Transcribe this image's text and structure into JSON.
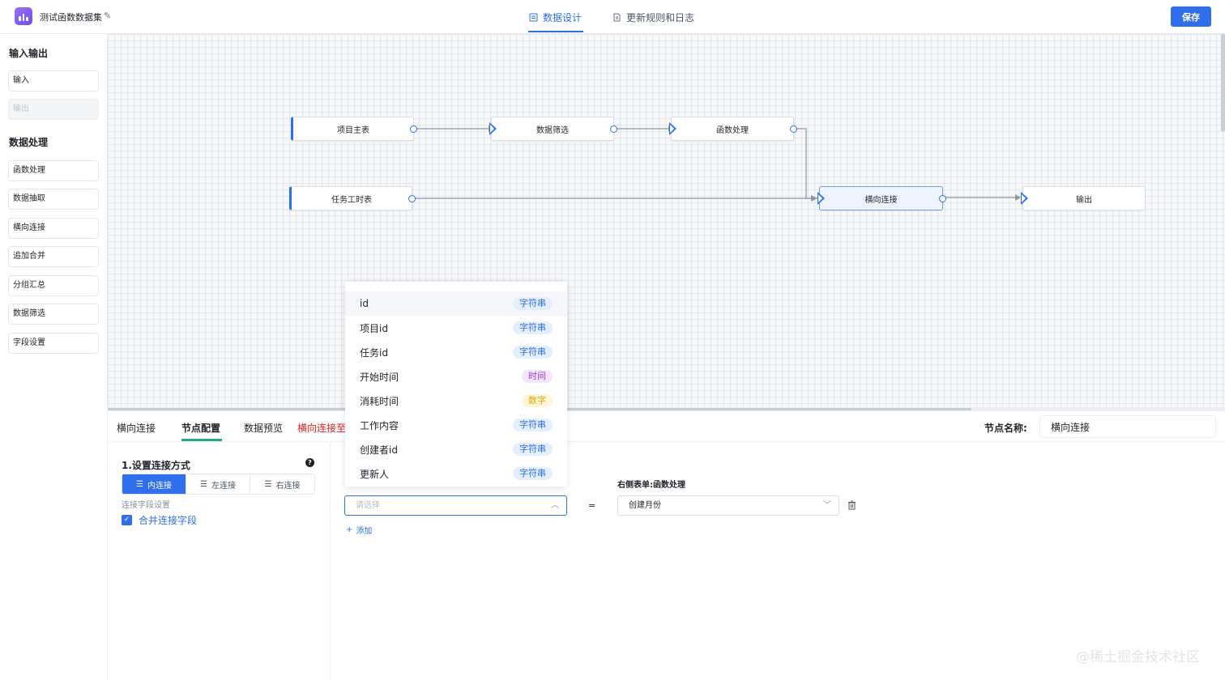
{
  "header": {
    "app_title": "测试函数数据集",
    "tabs": [
      {
        "label": "数据设计",
        "active": true
      },
      {
        "label": "更新规则和日志",
        "active": false
      }
    ],
    "save_label": "保存"
  },
  "sidebar": {
    "groups": [
      {
        "title": "输入输出",
        "items": [
          {
            "label": "输入",
            "disabled": false
          },
          {
            "label": "输出",
            "disabled": true
          }
        ]
      },
      {
        "title": "数据处理",
        "items": [
          {
            "label": "函数处理"
          },
          {
            "label": "数据抽取"
          },
          {
            "label": "横向连接"
          },
          {
            "label": "追加合并"
          },
          {
            "label": "分组汇总"
          },
          {
            "label": "数据筛选"
          },
          {
            "label": "字段设置"
          }
        ]
      }
    ]
  },
  "canvas": {
    "nodes": [
      {
        "label": "项目主表"
      },
      {
        "label": "数据筛选"
      },
      {
        "label": "函数处理"
      },
      {
        "label": "任务工时表"
      },
      {
        "label": "横向连接"
      },
      {
        "label": "输出"
      }
    ]
  },
  "bottom": {
    "tabs": [
      {
        "label": "横向连接"
      },
      {
        "label": "节点配置"
      },
      {
        "label": "数据预览"
      },
      {
        "label": "横向连接至"
      }
    ],
    "node_name_label": "节点名称:",
    "node_name_value": "横向连接",
    "config": {
      "title": "1.设置连接方式",
      "join_types": [
        "内连接",
        "左连接",
        "右连接"
      ],
      "active_join": "内连接",
      "field_settings_label": "连接字段设置",
      "merge_checkbox_label": "合并连接字段",
      "merge_checked": true
    },
    "right_form_label": "右侧表单:函数处理",
    "left_select_placeholder": "请选择",
    "equals": "=",
    "right_select_value": "创建月份",
    "add_label": "添加"
  },
  "dropdown": {
    "options": [
      {
        "name": "id",
        "type": "字符串",
        "kind": "str"
      },
      {
        "name": "项目id",
        "type": "字符串",
        "kind": "str"
      },
      {
        "name": "任务id",
        "type": "字符串",
        "kind": "str"
      },
      {
        "name": "开始时间",
        "type": "时间",
        "kind": "time"
      },
      {
        "name": "消耗时间",
        "type": "数字",
        "kind": "num"
      },
      {
        "name": "工作内容",
        "type": "字符串",
        "kind": "str"
      },
      {
        "name": "创建者id",
        "type": "字符串",
        "kind": "str"
      },
      {
        "name": "更新人",
        "type": "字符串",
        "kind": "str"
      }
    ]
  },
  "watermark": "@稀土掘金技术社区"
}
